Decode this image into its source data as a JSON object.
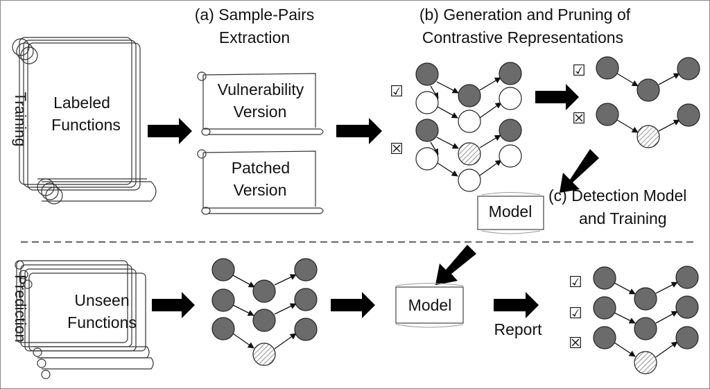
{
  "side_labels": {
    "training": "Training",
    "prediction": "Prediction"
  },
  "stages": {
    "a_line1": "(a) Sample-Pairs",
    "a_line2": "Extraction",
    "b_line1": "(b) Generation and Pruning of",
    "b_line2": "Contrastive Representations",
    "c_line1": "(c)  Detection Model",
    "c_line2": "and Training"
  },
  "training": {
    "labeled_line1": "Labeled",
    "labeled_line2": "Functions",
    "vuln_line1": "Vulnerability",
    "vuln_line2": "Version",
    "patched_line1": "Patched",
    "patched_line2": "Version",
    "model": "Model"
  },
  "prediction": {
    "unseen_line1": "Unseen",
    "unseen_line2": "Functions",
    "model": "Model",
    "report": "Report"
  },
  "marks": {
    "check": "☑",
    "cross": "☒"
  }
}
